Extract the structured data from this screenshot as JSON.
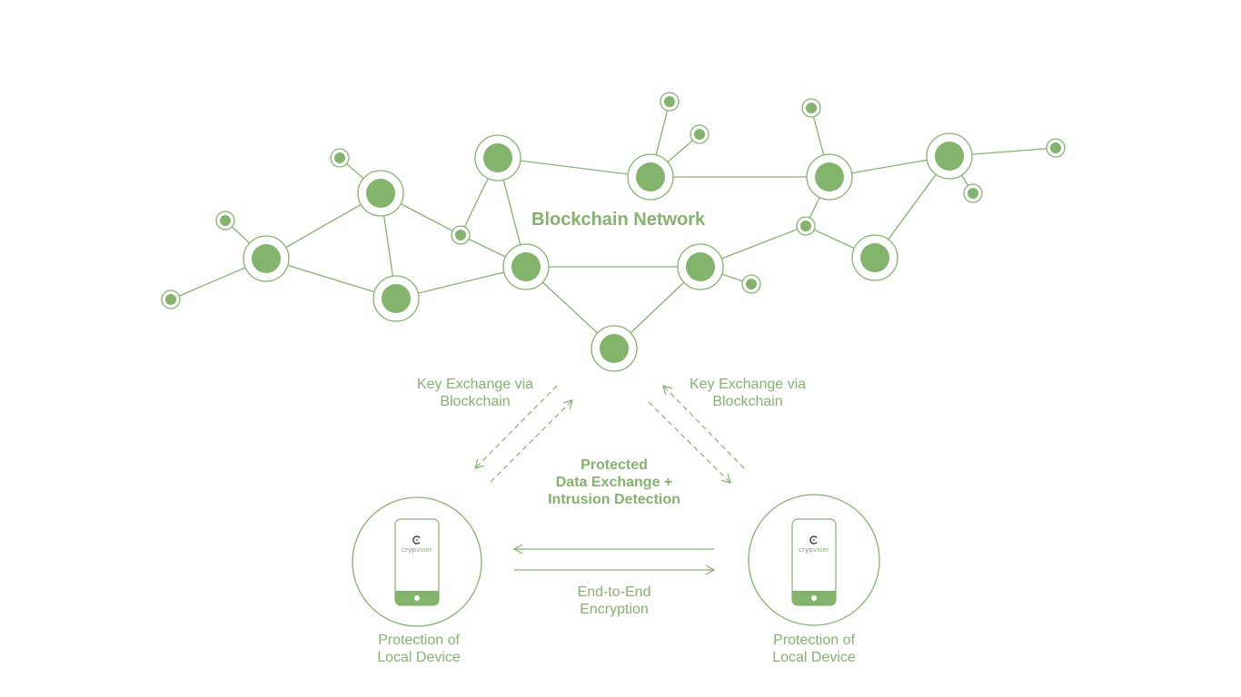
{
  "colors": {
    "accent": "#82b46c",
    "brand_dark": "#3b3b3b",
    "brand_green": "#82b46c"
  },
  "network": {
    "title": "Blockchain Network"
  },
  "key_exchange_left": {
    "line1": "Key Exchange via",
    "line2": "Blockchain"
  },
  "key_exchange_right": {
    "line1": "Key Exchange via",
    "line2": "Blockchain"
  },
  "protected": {
    "line1": "Protected",
    "line2": "Data Exchange +",
    "line3": "Intrusion Detection"
  },
  "encryption": {
    "line1": "End-to-End",
    "line2": "Encryption"
  },
  "device_left": {
    "line1": "Protection of",
    "line2": "Local Device",
    "brand_part1": "cryp",
    "brand_part2": "viser",
    "icon": "smartphone-icon"
  },
  "device_right": {
    "line1": "Protection of",
    "line2": "Local Device",
    "brand_part1": "cryp",
    "brand_part2": "viser",
    "icon": "smartphone-icon"
  }
}
